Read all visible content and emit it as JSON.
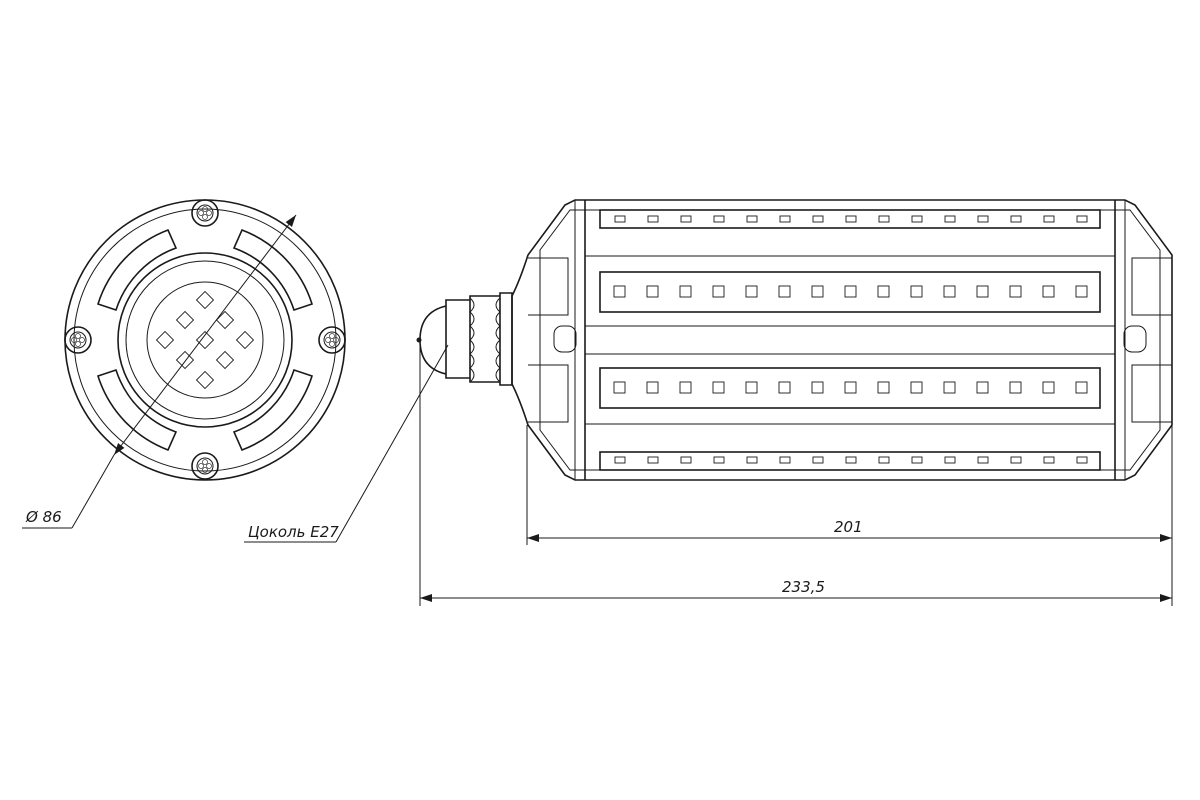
{
  "diagram": {
    "labels": {
      "diameter": "Ø 86",
      "base": "Цоколь E27",
      "body_length": "201",
      "total_length": "233,5"
    },
    "views": [
      {
        "name": "end-view",
        "led_count": 9,
        "screw_count": 4
      },
      {
        "name": "side-view",
        "led_rows": 4,
        "leds_per_row": 15
      }
    ]
  }
}
